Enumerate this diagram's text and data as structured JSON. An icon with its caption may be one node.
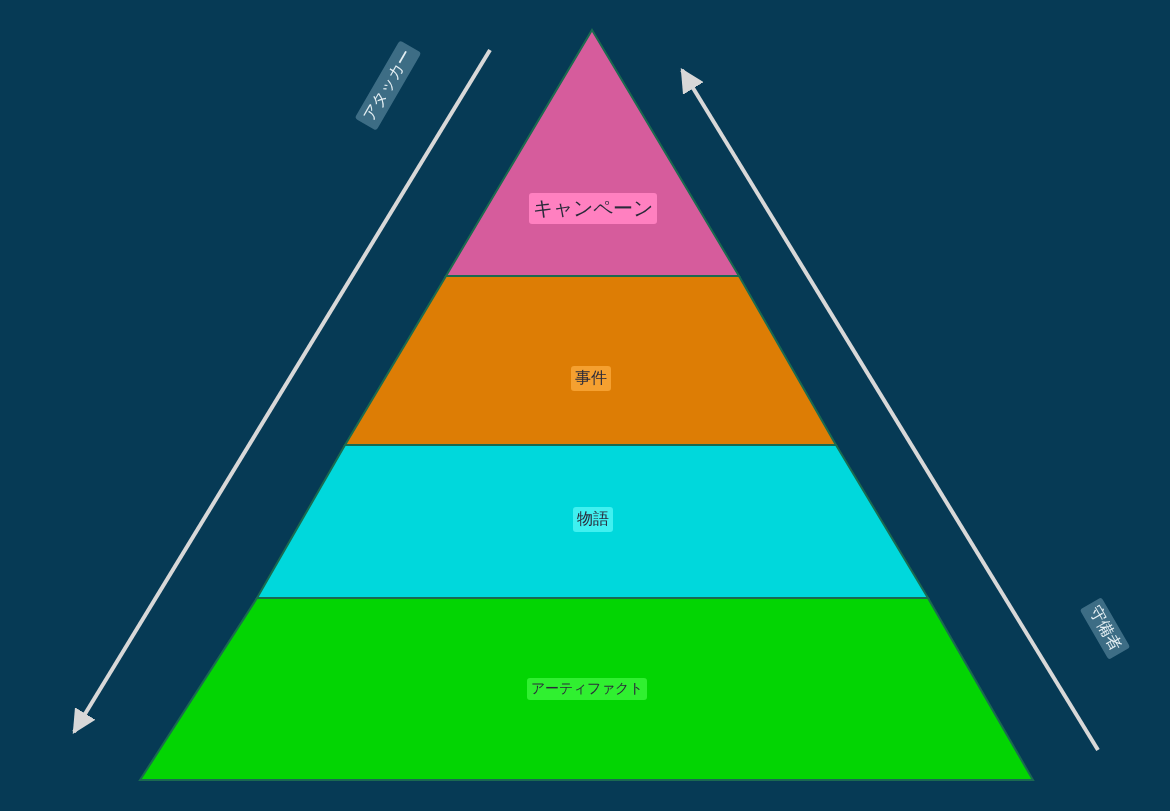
{
  "diagram": {
    "nodes": [
      {
        "text": [
          "キャンペーン"
        ]
      },
      {
        "text": [
          "事件"
        ]
      },
      {
        "text": [
          "物語"
        ]
      },
      {
        "text": [
          "アーティファクト"
        ]
      }
    ],
    "labels": [
      "アタッカー",
      "守備者"
    ]
  }
}
